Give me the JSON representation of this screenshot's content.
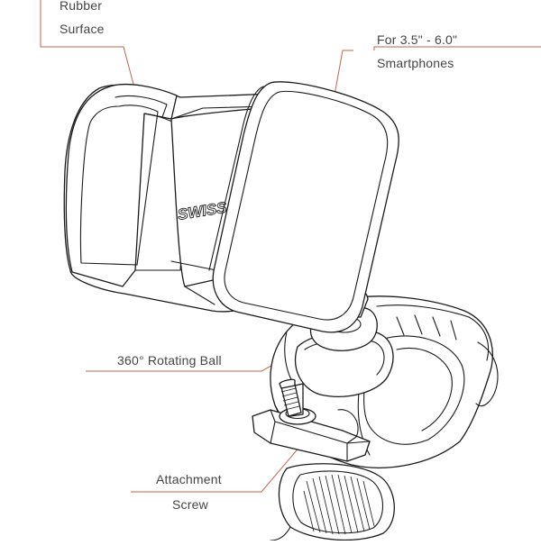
{
  "diagram": {
    "labels": {
      "rubber_line1": "Rubber",
      "rubber_line2": "Surface",
      "size_line1": "For 3.5\" - 6.0\"",
      "size_line2": "Smartphones",
      "ball": "360° Rotating Ball",
      "screw_line1": "Attachment",
      "screw_line2": "Screw"
    },
    "brand_text": "SWISS",
    "leader_color": "#c2664a",
    "line_color": "#1a1a1a"
  }
}
